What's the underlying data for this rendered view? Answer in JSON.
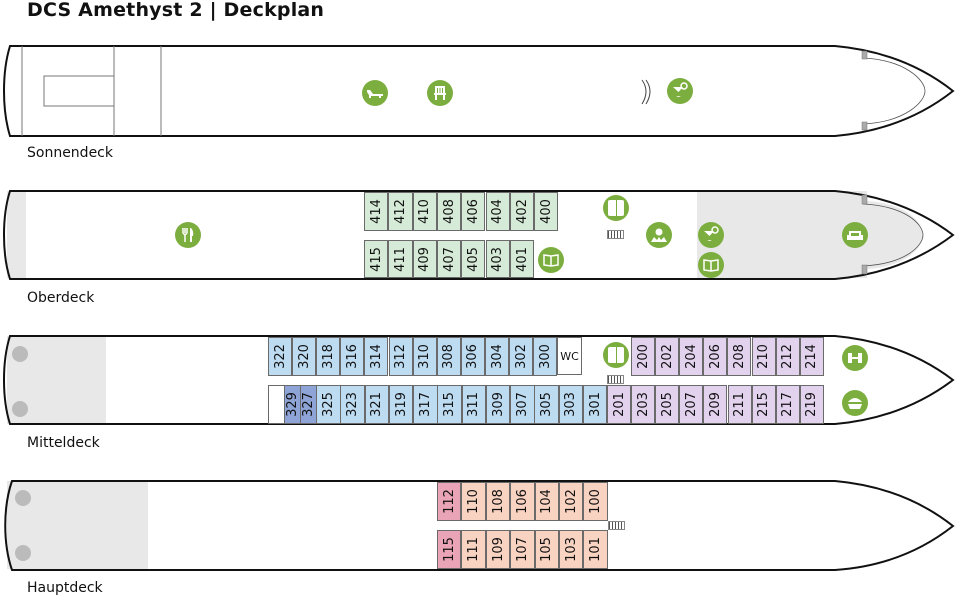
{
  "title": "DCS Amethyst 2 | Deckplan",
  "colors": {
    "icon_green": "#7cae3f",
    "cabin_green": "#d5ead7",
    "cabin_blue": "#bddcf2",
    "cabin_dark_blue": "#8fa4d6",
    "cabin_purple": "#e2d2ee",
    "cabin_peach": "#f8d3c1",
    "cabin_pink": "#eaa4b8",
    "area_grey": "#e8e8e8"
  },
  "decks": [
    {
      "name": "Sonnendeck",
      "icons": [
        "sunlounger-icon",
        "chair-icon",
        "wind-shield-icon",
        "cocktail-bar-icon"
      ]
    },
    {
      "name": "Oberdeck",
      "cabins_top": [
        "414",
        "412",
        "410",
        "408",
        "406",
        "404",
        "402",
        "400"
      ],
      "cabins_bottom": [
        "415",
        "411",
        "409",
        "407",
        "405",
        "403",
        "401"
      ],
      "icons": [
        "restaurant-icon",
        "library-icon",
        "elevator-icon",
        "reception-icon",
        "cocktail-bar-icon",
        "library-icon",
        "lounge-sofa-icon"
      ]
    },
    {
      "name": "Mitteldeck",
      "cabins_top": [
        "322",
        "320",
        "318",
        "316",
        "314",
        "312",
        "310",
        "308",
        "306",
        "304",
        "302",
        "300"
      ],
      "wc_label": "WC",
      "cabins_top_aft": [
        "200",
        "202",
        "204",
        "206",
        "208",
        "210",
        "212",
        "214"
      ],
      "cabins_bottom": [
        "329",
        "327",
        "325",
        "323",
        "321",
        "319",
        "317",
        "315",
        "311",
        "309",
        "307",
        "305",
        "303",
        "301"
      ],
      "cabins_bottom_aft": [
        "201",
        "203",
        "205",
        "207",
        "209",
        "211",
        "215",
        "217",
        "219"
      ],
      "icons": [
        "elevator-icon",
        "fitness-icon",
        "wellness-spa-icon"
      ]
    },
    {
      "name": "Hauptdeck",
      "cabins_top": [
        "112",
        "110",
        "108",
        "106",
        "104",
        "102",
        "100"
      ],
      "cabins_bottom": [
        "115",
        "111",
        "109",
        "107",
        "105",
        "103",
        "101"
      ]
    }
  ]
}
